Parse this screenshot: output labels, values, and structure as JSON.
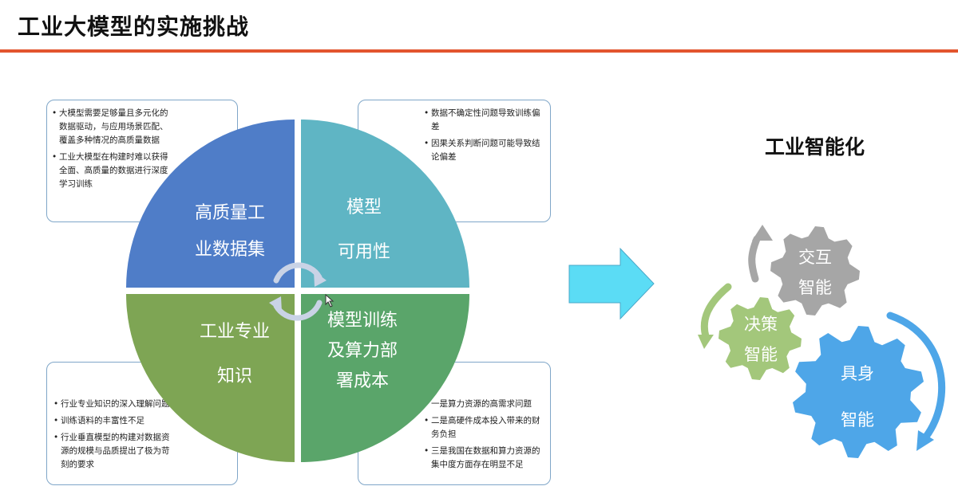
{
  "page": {
    "title": "工业大模型的实施挑战"
  },
  "quadrants": {
    "tl": {
      "line1": "高质量工",
      "line2": "业数据集",
      "color": "#4f7dc8"
    },
    "tr": {
      "line1": "模型",
      "line2": "可用性",
      "color": "#5fb5c4"
    },
    "bl": {
      "line1": "工业专业",
      "line2": "知识",
      "color": "#7ea554"
    },
    "br": {
      "line1": "模型训练",
      "line2": "及算力部",
      "line3": "署成本",
      "color": "#5aa56a"
    }
  },
  "boxes": {
    "tl": [
      "大模型需要足够量且多元化的数据驱动，与应用场景匹配、覆盖多种情况的高质量数据",
      "工业大模型在构建时难以获得全面、高质量的数据进行深度学习训练"
    ],
    "tr": [
      "数据不确定性问题导致训练偏差",
      "因果关系判断问题可能导致结论偏差"
    ],
    "bl": [
      "行业专业知识的深入理解问题",
      "训练语料的丰富性不足",
      "行业垂直模型的构建对数据资源的规模与品质提出了极为苛刻的要求"
    ],
    "br": [
      "一是算力资源的高需求问题",
      "二是高硬件成本投入带来的财务负担",
      "三是我国在数据和算力资源的集中度方面存在明显不足"
    ]
  },
  "right": {
    "title": "工业智能化",
    "gears": {
      "interaction": {
        "line1": "交互",
        "line2": "智能",
        "color": "#a6a6a6"
      },
      "decision": {
        "line1": "决策",
        "line2": "智能",
        "color": "#a3c77b"
      },
      "embodied": {
        "line1": "具身",
        "line2": "智能",
        "color": "#4ea6e8"
      }
    }
  },
  "colors": {
    "accent_rule": "#e2552e",
    "arrow": "#5bdcf5",
    "box_border": "#7fa6c8"
  },
  "icons": [
    "cycle-arrows-icon",
    "right-arrow-icon",
    "gear-icon",
    "curved-arrow-icon",
    "mouse-cursor-icon"
  ]
}
